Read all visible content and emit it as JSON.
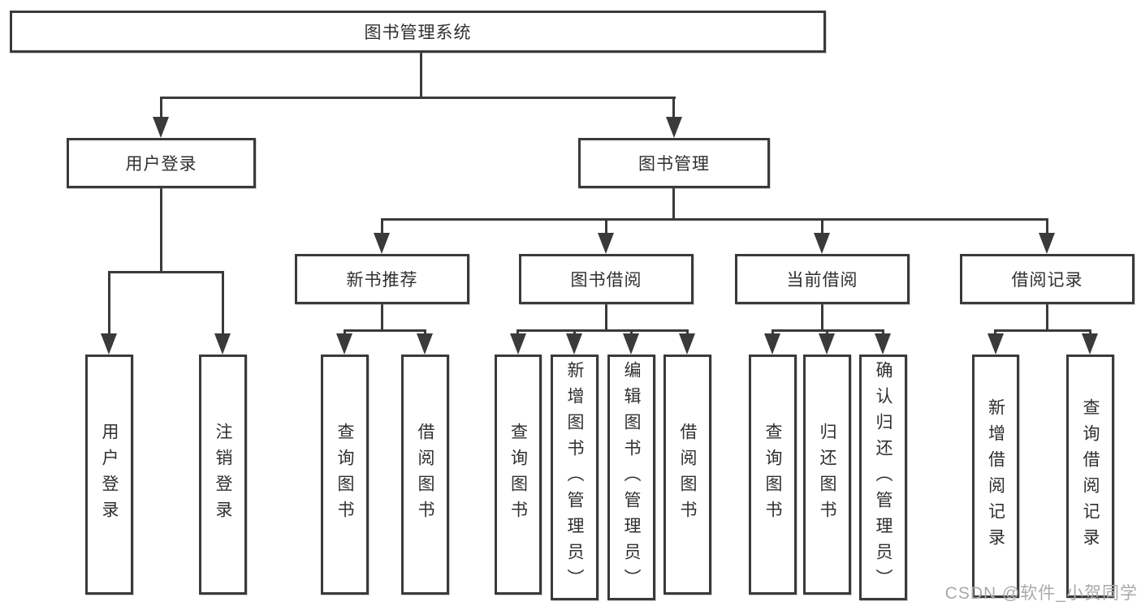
{
  "diagram": {
    "root": {
      "label": "图书管理系统"
    },
    "branches": [
      {
        "label": "用户登录",
        "children": [
          {
            "label": "用户登录"
          },
          {
            "label": "注销登录"
          }
        ]
      },
      {
        "label": "图书管理",
        "children": [
          {
            "label": "新书推荐",
            "children": [
              {
                "label": "查询图书"
              },
              {
                "label": "借阅图书"
              }
            ]
          },
          {
            "label": "图书借阅",
            "children": [
              {
                "label": "查询图书"
              },
              {
                "label": "新增图书（管理员）"
              },
              {
                "label": "编辑图书（管理员）"
              },
              {
                "label": "借阅图书"
              }
            ]
          },
          {
            "label": "当前借阅",
            "children": [
              {
                "label": "查询图书"
              },
              {
                "label": "归还图书"
              },
              {
                "label": "确认归还（管理员）"
              }
            ]
          },
          {
            "label": "借阅记录",
            "children": [
              {
                "label": "新增借阅记录"
              },
              {
                "label": "查询借阅记录"
              }
            ]
          }
        ]
      }
    ]
  },
  "watermark": {
    "text": "CSDN @软件_小贺同学"
  },
  "colors": {
    "line": "#3a3a3a",
    "box_border": "#3a3a3a",
    "box_fill": "#ffffff",
    "text": "#2f2f2f",
    "watermark": "#a9a9a9",
    "background": "#ffffff"
  }
}
